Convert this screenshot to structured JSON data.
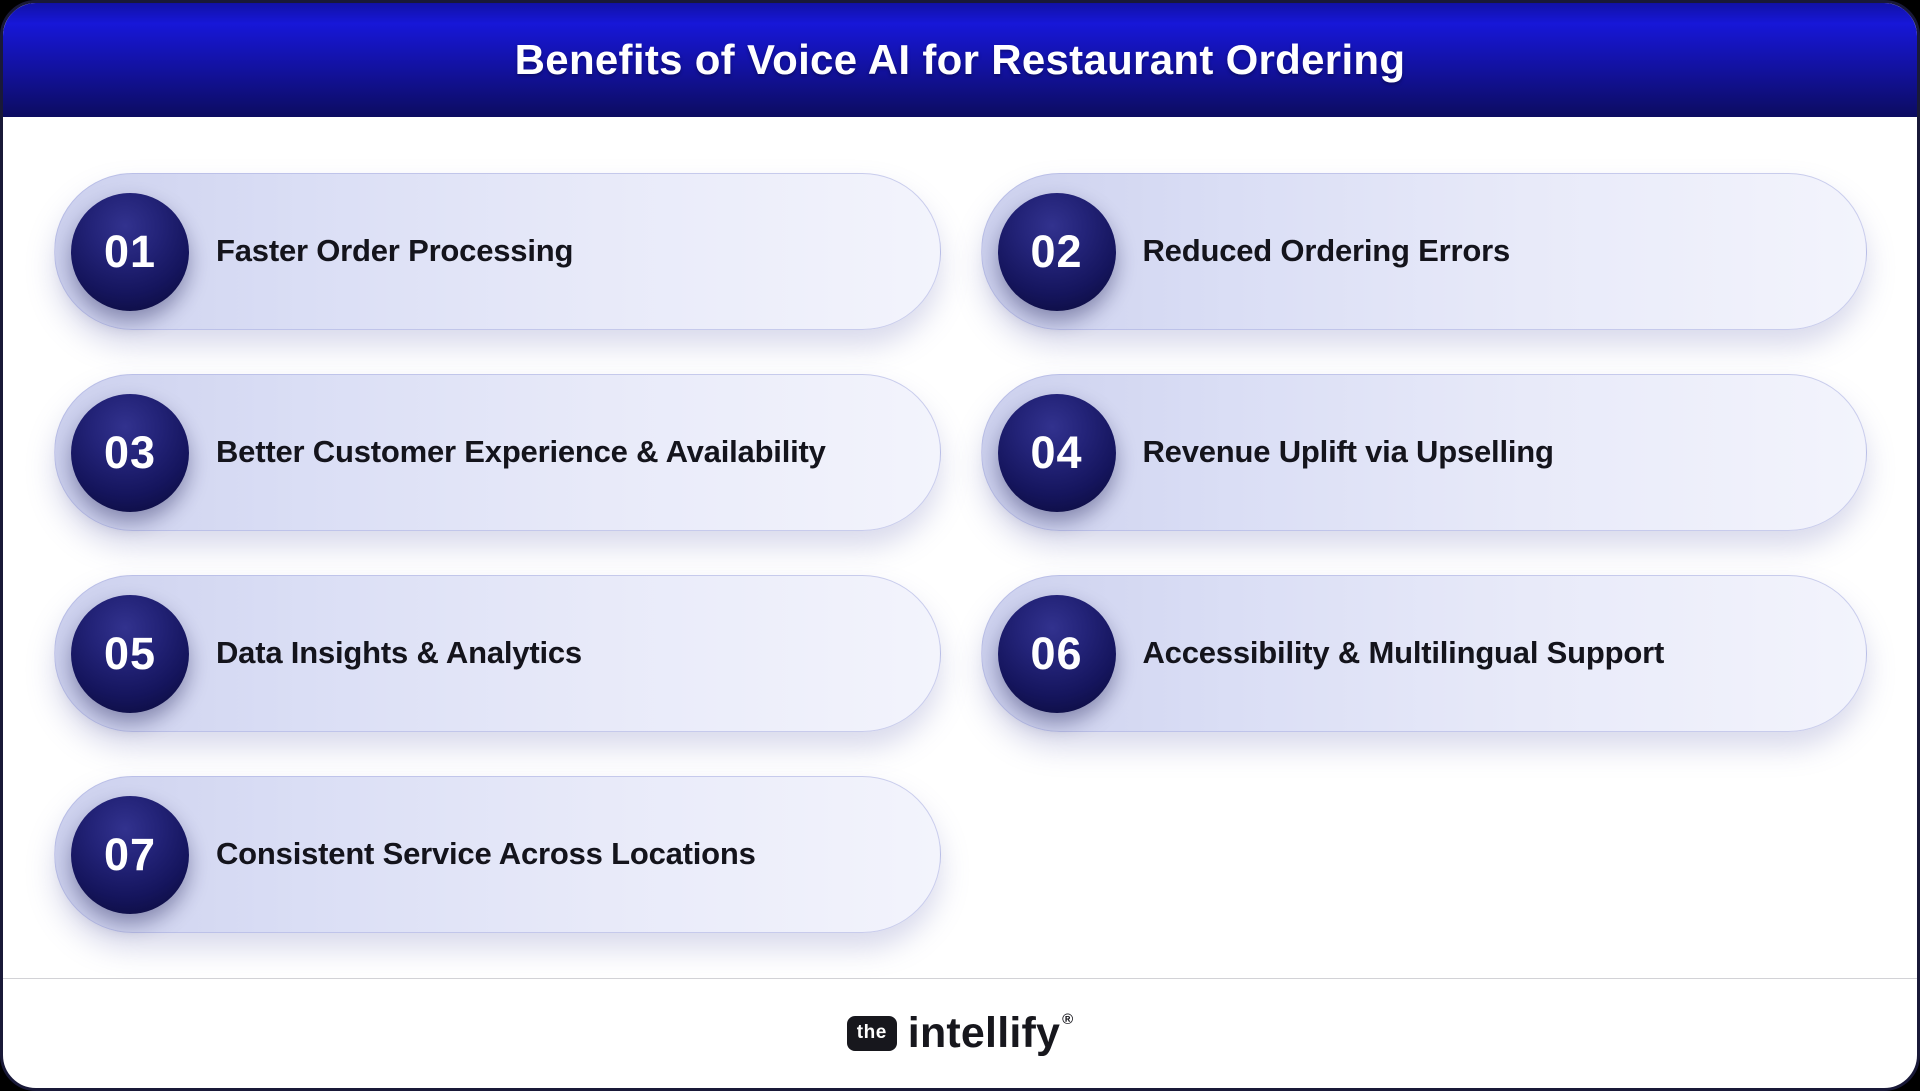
{
  "header": {
    "title": "Benefits of Voice AI for Restaurant Ordering"
  },
  "benefits": [
    {
      "number": "01",
      "label": "Faster Order Processing"
    },
    {
      "number": "02",
      "label": "Reduced Ordering Errors"
    },
    {
      "number": "03",
      "label": "Better Customer Experience & Availability"
    },
    {
      "number": "04",
      "label": "Revenue Uplift via Upselling"
    },
    {
      "number": "05",
      "label": "Data Insights & Analytics"
    },
    {
      "number": "06",
      "label": "Accessibility & Multilingual Support"
    },
    {
      "number": "07",
      "label": "Consistent Service Across Locations"
    }
  ],
  "footer": {
    "logo_prefix": "the",
    "logo_name": "intellify",
    "registered_mark": "®"
  },
  "colors": {
    "header_gradient_top": "#1717d8",
    "header_gradient_bottom": "#0c0c60",
    "pill_gradient_left": "#cdd1ee",
    "pill_gradient_right": "#f3f4fc",
    "number_circle": "#15155d",
    "item_text": "#14141c",
    "title_text": "#ffffff",
    "card_border": "#191938",
    "logo_text": "#17171d"
  }
}
